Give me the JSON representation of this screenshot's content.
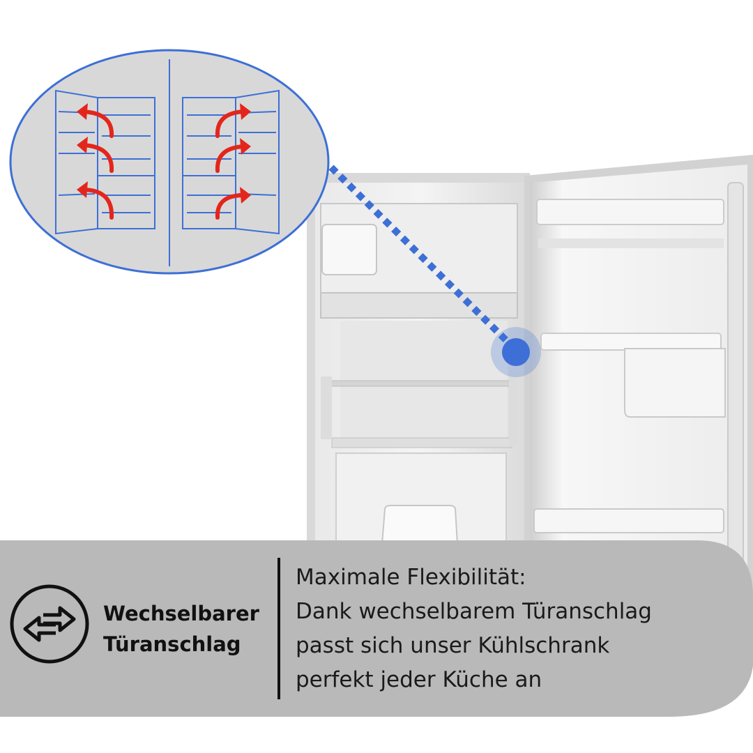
{
  "feature": {
    "title_line1": "Wechselbarer",
    "title_line2": "Türanschlag",
    "icon": "swap-arrows-icon"
  },
  "description": {
    "headline": "Maximale Flexibilität:",
    "line1": "Dank wechselbarem Türanschlag",
    "line2": "passt sich unser Kühlschrank",
    "line3": "perfekt jeder Küche an"
  },
  "colors": {
    "accent_blue": "#3d6fd6",
    "arrow_red": "#e3261c",
    "banner_gray": "#b9b9b9",
    "text_dark": "#111111"
  }
}
